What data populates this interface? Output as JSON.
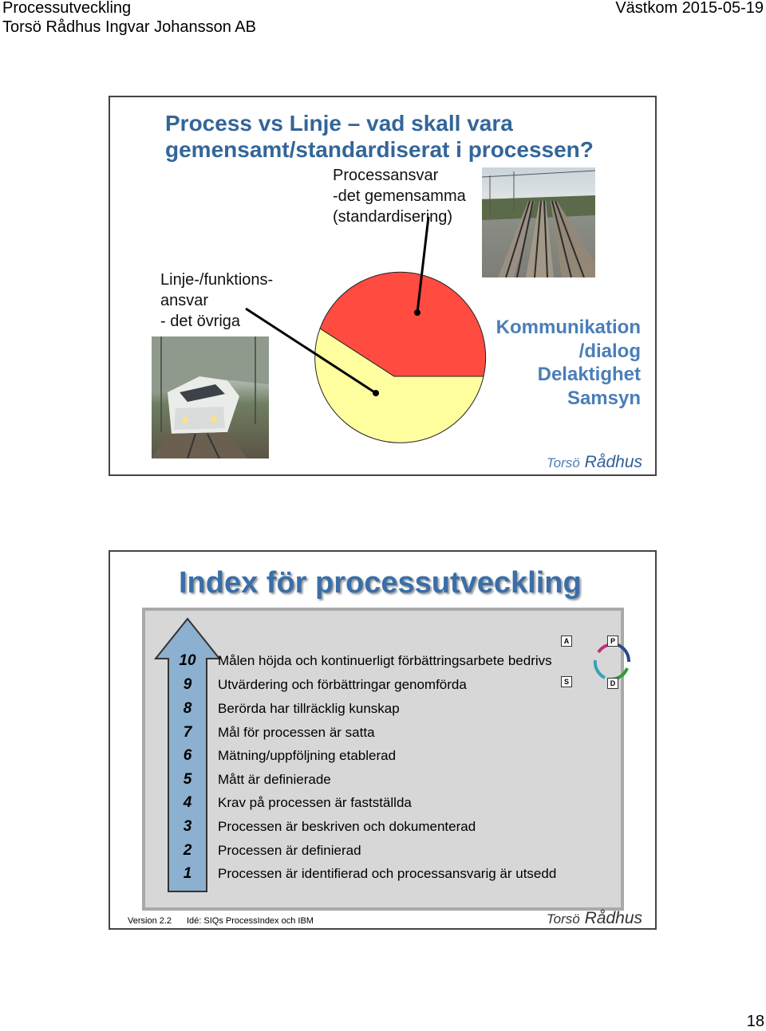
{
  "header": {
    "left_title": "Processutveckling",
    "left_subtitle": "Torsö Rådhus Ingvar Johansson AB",
    "right": "Västkom 2015-05-19"
  },
  "slide1": {
    "title_line1": "Process vs Linje – vad skall vara",
    "title_line2": "gemensamt/standardiserat i processen?",
    "process_label": [
      "Processansvar",
      "-det gemensamma",
      "(standardisering)"
    ],
    "line_label": [
      "Linje-/funktions-",
      "ansvar",
      "- det övriga"
    ],
    "keywords": [
      "Kommunikation",
      "/dialog",
      "Delaktighet",
      "Samsyn"
    ],
    "logo_torso": "Torsö",
    "logo_radhus": "Rådhus",
    "colors": {
      "process_slice": "#ff4b40",
      "line_slice": "#ffffa0"
    }
  },
  "slide2": {
    "title": "Index för processutveckling",
    "levels": [
      {
        "num": "10",
        "text": "Målen höjda och kontinuerligt förbättringsarbete bedrivs"
      },
      {
        "num": "9",
        "text": "Utvärdering och förbättringar genomförda"
      },
      {
        "num": "8",
        "text": "Berörda har tillräcklig kunskap"
      },
      {
        "num": "7",
        "text": "Mål för processen är satta"
      },
      {
        "num": "6",
        "text": "Mätning/uppföljning etablerad"
      },
      {
        "num": "5",
        "text": "Mått är definierade"
      },
      {
        "num": "4",
        "text": "Krav på processen är fastställda"
      },
      {
        "num": "3",
        "text": "Processen är beskriven och dokumenterad"
      },
      {
        "num": "2",
        "text": "Processen är definierad"
      },
      {
        "num": "1",
        "text": "Processen är identifierad och processansvarig är utsedd"
      }
    ],
    "pdca": {
      "a": "A",
      "p": "P",
      "s": "S",
      "d": "D"
    },
    "footer_version": "Version 2.2",
    "footer_idea": "Idé: SIQs ProcessIndex och IBM",
    "logo_torso": "Torsö",
    "logo_radhus": "Rådhus"
  },
  "page_number": "18"
}
